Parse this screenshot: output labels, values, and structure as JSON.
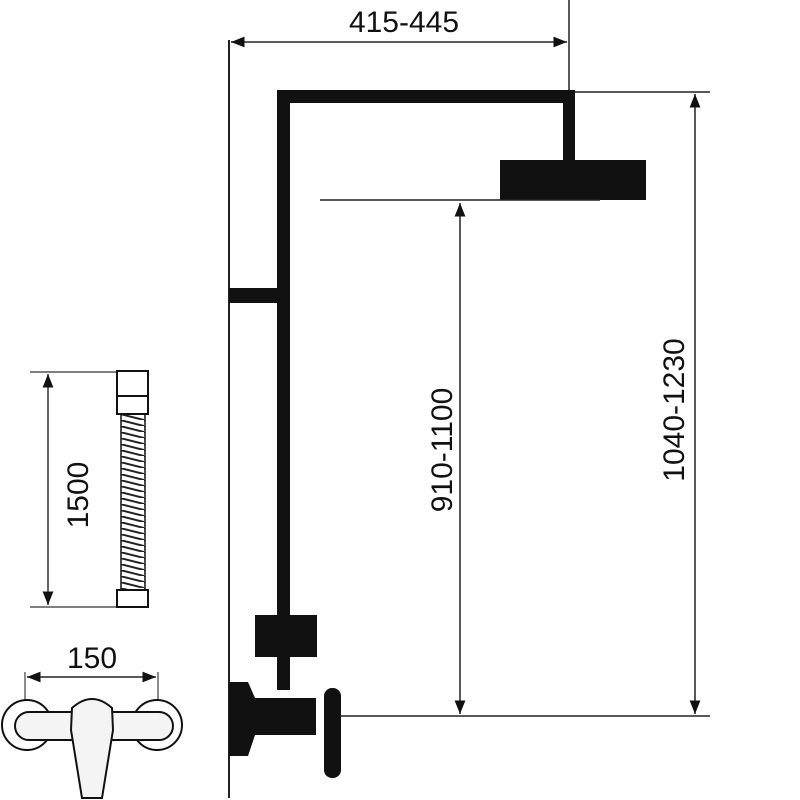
{
  "dimensions": {
    "arm_length": "415-445",
    "head_height": "910-1100",
    "total_height": "1040-1230",
    "hose_length": "1500",
    "mixer_spacing": "150"
  },
  "colors": {
    "ink": "#111111",
    "line": "#333333",
    "fill_light": "#f4f4f4"
  }
}
